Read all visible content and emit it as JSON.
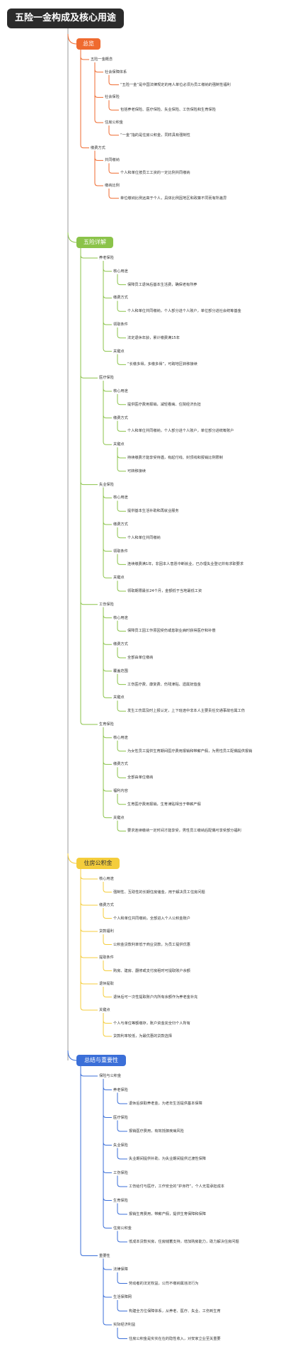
{
  "title": "五险一金构成及核心用途",
  "colors": {
    "s1": "#ef6a2f",
    "s2": "#8bc34a",
    "s3": "#f4cd3c",
    "s4": "#3b6fd8"
  },
  "sections": [
    {
      "label": "总览",
      "color": "#ef6a2f",
      "text_color": "#ffffff",
      "nodes": [
        {
          "text": "五险一金概念",
          "children": [
            {
              "text": "社会保障体系",
              "children": [
                {
                  "text": "“五险一金”是中国法律规定的用人单位必须为员工缴纳的强制性福利"
                }
              ]
            },
            {
              "text": "社会保险",
              "children": [
                {
                  "text": "包括养老保险、医疗保险、失业保险、工伤保险和生育保险"
                }
              ]
            },
            {
              "text": "住房公积金",
              "children": [
                {
                  "text": "“一金”指的是住房公积金，同样具有强制性"
                }
              ]
            }
          ]
        },
        {
          "text": "缴费方式",
          "children": [
            {
              "text": "共同缴纳",
              "children": [
                {
                  "text": "个人和单位按员工工资的一定比例共同缴纳"
                }
              ]
            },
            {
              "text": "缴纳比例",
              "children": [
                {
                  "text": "单位缴纳比例远高于个人，具体比例因地区和政策不同而有所差异"
                }
              ]
            }
          ]
        }
      ]
    },
    {
      "label": "五险详解",
      "color": "#8bc34a",
      "text_color": "#ffffff",
      "nodes": [
        {
          "text": "养老保险",
          "children": [
            {
              "text": "核心用途",
              "children": [
                {
                  "text": "保障员工退休后基本生活费，确保老有所养"
                }
              ]
            },
            {
              "text": "缴费方式",
              "children": [
                {
                  "text": "个人和单位共同缴纳，个人部分进个人账户，单位部分进社会统筹基金"
                }
              ]
            },
            {
              "text": "领取条件",
              "children": [
                {
                  "text": "法定退休年龄，累计缴费满15年"
                }
              ]
            },
            {
              "text": "关键点",
              "children": [
                {
                  "text": "“长缴多得，多缴多得”，可跨地区转移接续"
                }
              ]
            }
          ]
        },
        {
          "text": "医疗保险",
          "children": [
            {
              "text": "核心用途",
              "children": [
                {
                  "text": "提供医疗费用报销，减轻看病、住院经济负担"
                }
              ]
            },
            {
              "text": "缴费方式",
              "children": [
                {
                  "text": "个人和单位共同缴纳，个人部分进个人账户，单位部分进统筹账户"
                }
              ]
            },
            {
              "text": "关键点",
              "children": [
                {
                  "text": "持续缴费才能享受待遇，有起付线、封顶线和报销比例限制"
                },
                {
                  "text": "可转移接续"
                }
              ]
            }
          ]
        },
        {
          "text": "失业保险",
          "children": [
            {
              "text": "核心用途",
              "children": [
                {
                  "text": "提供基本生活补助和再就业服务"
                }
              ]
            },
            {
              "text": "缴费方式",
              "children": [
                {
                  "text": "个人和单位共同缴纳"
                }
              ]
            },
            {
              "text": "领取条件",
              "children": [
                {
                  "text": "连续缴费满1年，非因本人意愿中断就业，已办理失业登记并有求职要求"
                }
              ]
            },
            {
              "text": "关键点",
              "children": [
                {
                  "text": "领取期限最长24个月，金额低于当地最低工资"
                }
              ]
            }
          ]
        },
        {
          "text": "工伤保险",
          "children": [
            {
              "text": "核心用途",
              "children": [
                {
                  "text": "保障员工因工作原因受伤或患职业病时获得医疗和补偿"
                }
              ]
            },
            {
              "text": "缴费方式",
              "children": [
                {
                  "text": "全部由单位缴纳"
                }
              ]
            },
            {
              "text": "覆盖范围",
              "children": [
                {
                  "text": "工伤医疗费、康复费、伤残津贴、遗属抚恤金"
                }
              ]
            },
            {
              "text": "关键点",
              "children": [
                {
                  "text": "发生工伤需及时上报认定，上下班途中非本人主要责任交通事故也属工伤"
                }
              ]
            }
          ]
        },
        {
          "text": "生育保险",
          "children": [
            {
              "text": "核心用途",
              "children": [
                {
                  "text": "为女性员工提供生育期间医疗费用报销和带薪产假，为男性员工配偶提供报销"
                }
              ]
            },
            {
              "text": "缴费方式",
              "children": [
                {
                  "text": "全部由单位缴纳"
                }
              ]
            },
            {
              "text": "福利内容",
              "children": [
                {
                  "text": "生育医疗费用报销，生育津贴相当于带薪产假"
                }
              ]
            },
            {
              "text": "关键点",
              "children": [
                {
                  "text": "要求连续缴纳一定时间才能享受，男性员工缴纳后配偶可享受部分福利"
                }
              ]
            }
          ]
        }
      ]
    },
    {
      "label": "住房公积金",
      "color": "#f4cd3c",
      "text_color": "#333333",
      "nodes": [
        {
          "text": "核心用途",
          "children": [
            {
              "text": "强制性、互助性的长期住房储金，用于解决员工住房问题"
            }
          ]
        },
        {
          "text": "缴费方式",
          "children": [
            {
              "text": "个人和单位共同缴纳，全部进入个人公积金账户"
            }
          ]
        },
        {
          "text": "贷款福利",
          "children": [
            {
              "text": "公积金贷款利率低于商业贷款，为员工提供优惠"
            }
          ]
        },
        {
          "text": "提取条件",
          "children": [
            {
              "text": "购房、建房、翻修或支付房租时可提取账户余额"
            }
          ]
        },
        {
          "text": "退休提取",
          "children": [
            {
              "text": "退休后可一次性提取账户内所有余额作为养老金补充"
            }
          ]
        },
        {
          "text": "关键点",
          "children": [
            {
              "text": "个人与单位等额缴存，账户资金完全归个人所有"
            },
            {
              "text": "贷款利率较低，为最优惠的贷款选择"
            }
          ]
        }
      ]
    },
    {
      "label": "总结与重要性",
      "color": "#3b6fd8",
      "text_color": "#ffffff",
      "nodes": [
        {
          "text": "保险与公积金",
          "children": [
            {
              "text": "养老保险",
              "children": [
                {
                  "text": "退休后获取养老金，为老年生活提供基本保障"
                }
              ]
            },
            {
              "text": "医疗保险",
              "children": [
                {
                  "text": "报销医疗费用，有效抵御疾病风险"
                }
              ]
            },
            {
              "text": "失业保险",
              "children": [
                {
                  "text": "失业期间提供补助，为失业期间提供过渡性保障"
                }
              ]
            },
            {
              "text": "工伤保险",
              "children": [
                {
                  "text": "工伤给付与医疗，工作安全的“护身符”，个人无需承担成本"
                }
              ]
            },
            {
              "text": "生育保险",
              "children": [
                {
                  "text": "报销生育费用，带薪产假，提供生育保障和保障"
                }
              ]
            },
            {
              "text": "住房公积金",
              "children": [
                {
                  "text": "低成本贷款买房，住房储蓄支持，增加购房能力，助力解决住房问题"
                }
              ]
            }
          ]
        },
        {
          "text": "重要性",
          "children": [
            {
              "text": "法律保障",
              "children": [
                {
                  "text": "劳动者的法定权益，公司不缴纳属违法行为"
                }
              ]
            },
            {
              "text": "生活保障网",
              "children": [
                {
                  "text": "构建全方位保障体系，从养老、医疗、失业、工伤到生育"
                }
              ]
            },
            {
              "text": "实际经济利益",
              "children": [
                {
                  "text": "住房公积金是实实在在的隐性收入，对安家立业至关重要"
                }
              ]
            }
          ]
        }
      ]
    }
  ]
}
